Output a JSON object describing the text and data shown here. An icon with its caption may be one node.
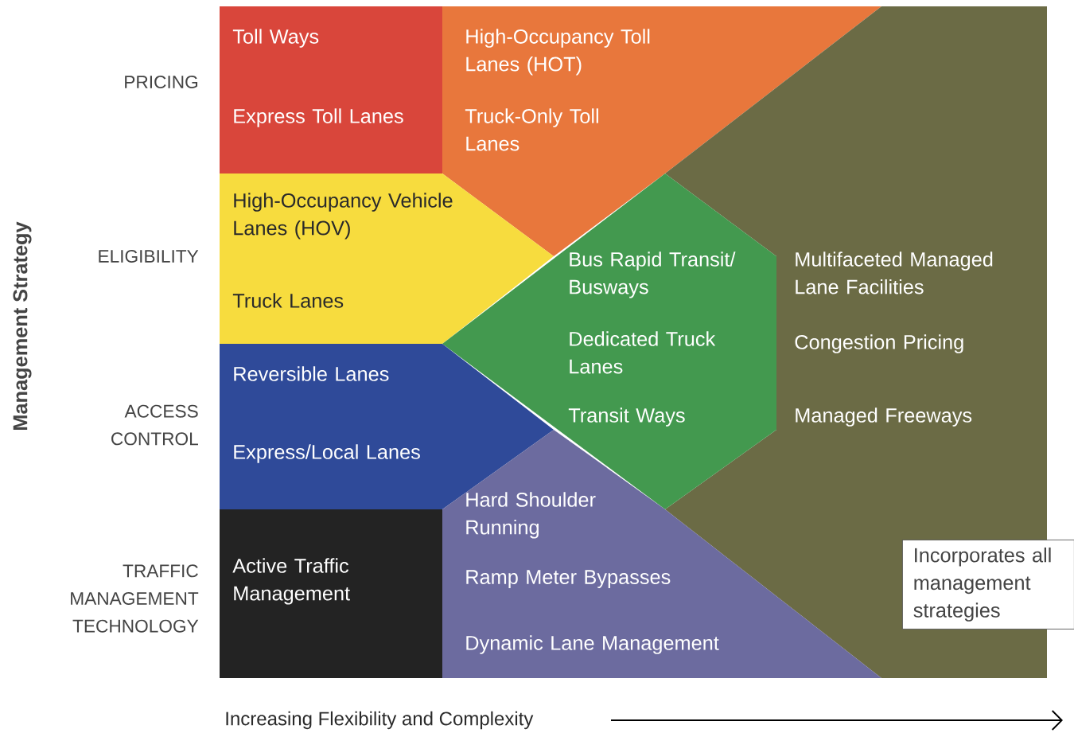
{
  "diagram": {
    "nodes": [
      {
        "text": [
          "Toll Ways",
          "Express Toll Lanes"
        ]
      },
      {
        "text": [
          "High-Occupancy Toll Lanes (HOT)",
          "Truck-Only Toll Lanes"
        ]
      },
      {
        "text": [
          "Multifaceted Managed Lane Facilities",
          "Congestion Pricing",
          "Managed Freeways"
        ]
      },
      {
        "text": [
          "High-Occupancy Vehicle Lanes (HOV)",
          "Truck Lanes"
        ]
      },
      {
        "text": [
          "Bus Rapid Transit/ Busways",
          "Dedicated Truck Lanes",
          "Transit Ways"
        ]
      },
      {
        "text": [
          "Reversible Lanes",
          "Express/Local Lanes"
        ]
      },
      {
        "text": [
          "Active Traffic Management"
        ]
      },
      {
        "text": [
          "Hard Shoulder Running",
          "Ramp Meter Bypasses",
          "Dynamic Lane Management"
        ]
      },
      {
        "text": [
          "Incorporates all management strategies"
        ]
      }
    ],
    "labels": [
      "Management Strategy",
      "PRICING",
      "ELIGIBILITY",
      "ACCESS CONTROL",
      "TRAFFIC MANAGEMENT TECHNOLOGY",
      "Increasing Flexibility and Complexity"
    ]
  }
}
